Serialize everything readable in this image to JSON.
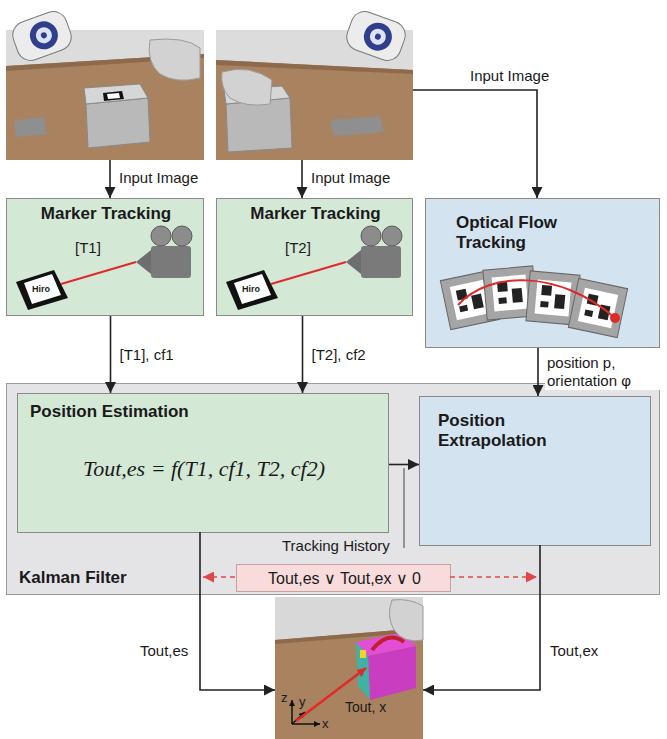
{
  "diagram": {
    "nodes": [
      {
        "text": [
          "Marker Tracking",
          "[T1]"
        ]
      },
      {
        "text": [
          "Marker Tracking",
          "[T2]"
        ]
      },
      {
        "text": [
          "Optical Flow Tracking"
        ]
      },
      {
        "text": [
          "Kalman Filter"
        ]
      },
      {
        "text": [
          "Position Estimation",
          "Tout,es = f(T1, cf1, T2, cf2)"
        ],
        "in": 3
      },
      {
        "text": [
          "Position Extrapolation"
        ],
        "in": 3
      },
      {
        "text": [
          "Tout,es ∨ Tout,ex ∨ 0"
        ],
        "in": 3
      }
    ],
    "edges": [
      {
        "from": 0,
        "to": 4,
        "arrow": "to",
        "label": "[T1], cf1"
      },
      {
        "from": 1,
        "to": 4,
        "arrow": "to",
        "label": "[T2], cf2"
      },
      {
        "from": 2,
        "to": 5,
        "arrow": "to",
        "label": "position p, orientation φ"
      },
      {
        "from": 4,
        "to": 5,
        "arrow": "to"
      }
    ],
    "labels": [
      "Input Image",
      "Input Image",
      "Input Image",
      "Hiro",
      "Hiro",
      "Tracking History",
      "Tout,es",
      "Tout,ex",
      "Tout, x",
      "x",
      "y",
      "z"
    ]
  }
}
